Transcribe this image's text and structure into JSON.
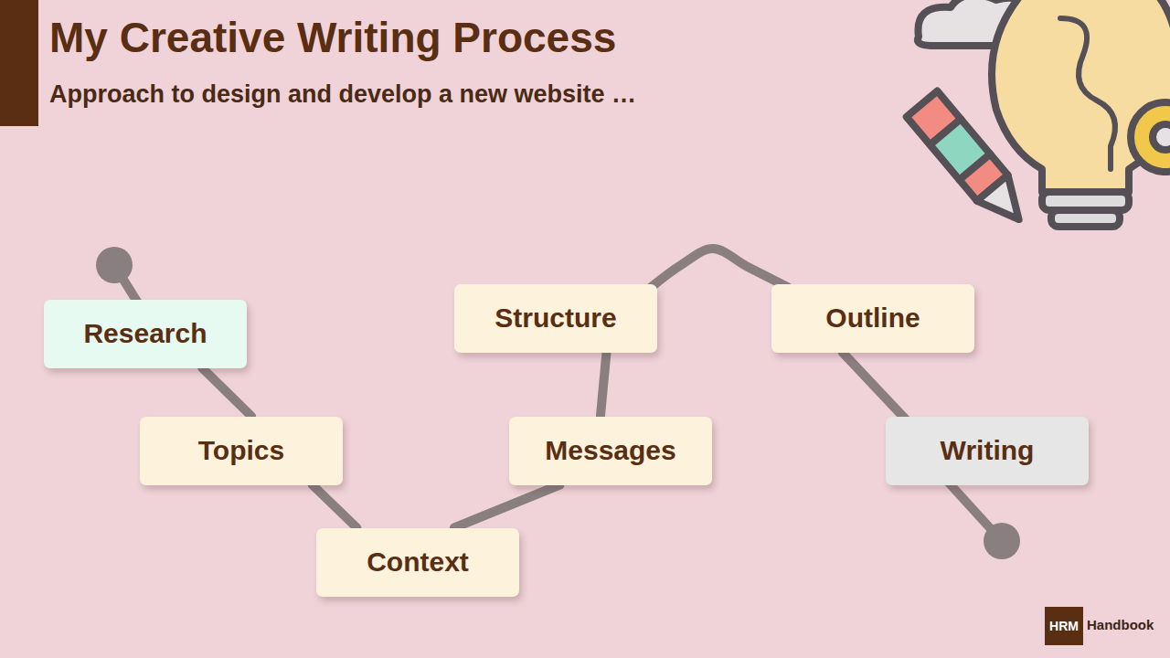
{
  "diagram": {
    "title": "My Creative Writing Process",
    "nodes": [
      {
        "text": [
          "Research"
        ]
      },
      {
        "text": [
          "Topics"
        ]
      },
      {
        "text": [
          "Context"
        ]
      },
      {
        "text": [
          "Messages"
        ]
      },
      {
        "text": [
          "Structure"
        ]
      },
      {
        "text": [
          "Outline"
        ]
      },
      {
        "text": [
          "Writing"
        ]
      }
    ],
    "edges": [
      {
        "from": 0,
        "to": 1,
        "arrow": "none"
      },
      {
        "from": 1,
        "to": 2,
        "arrow": "none"
      },
      {
        "from": 2,
        "to": 3,
        "arrow": "none"
      },
      {
        "from": 3,
        "to": 4,
        "arrow": "none"
      },
      {
        "from": 4,
        "to": 5,
        "arrow": "none"
      },
      {
        "from": 5,
        "to": 6,
        "arrow": "none"
      }
    ],
    "labels": [
      "Approach to design and develop a new website …",
      "HRM",
      "Handbook"
    ]
  }
}
